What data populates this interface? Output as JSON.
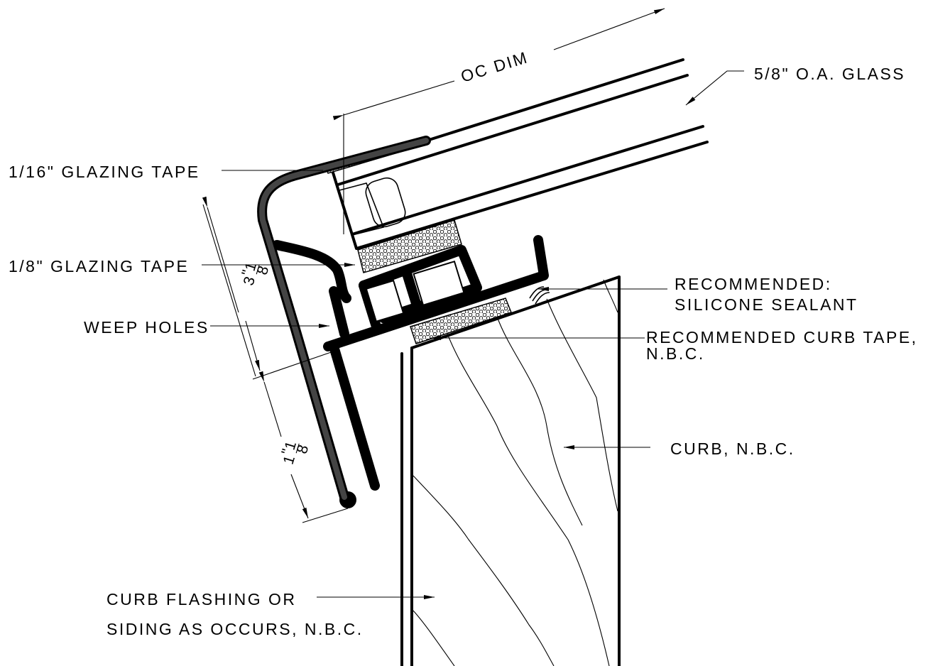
{
  "labels": {
    "oc_dim": "OC DIM",
    "glass": "5/8\" O.A. GLASS",
    "glazing_tape_1_16": "1/16\" GLAZING TAPE",
    "glazing_tape_1_8": "1/8\" GLAZING TAPE",
    "weep_holes": "WEEP HOLES",
    "silicone_line1": "RECOMMENDED:",
    "silicone_line2": "SILICONE SEALANT",
    "curb_tape_line1": "RECOMMENDED CURB TAPE,",
    "curb_tape_line2": "N.B.C.",
    "curb": "CURB, N.B.C.",
    "flashing_line1": "CURB FLASHING OR",
    "flashing_line2": "SIDING AS OCCURS, N.B.C."
  },
  "dimensions": {
    "upper": {
      "whole": "3",
      "num": "1",
      "den": "8",
      "unit": "\""
    },
    "lower": {
      "whole": "1",
      "num": "1",
      "den": "8",
      "unit": "\""
    }
  }
}
